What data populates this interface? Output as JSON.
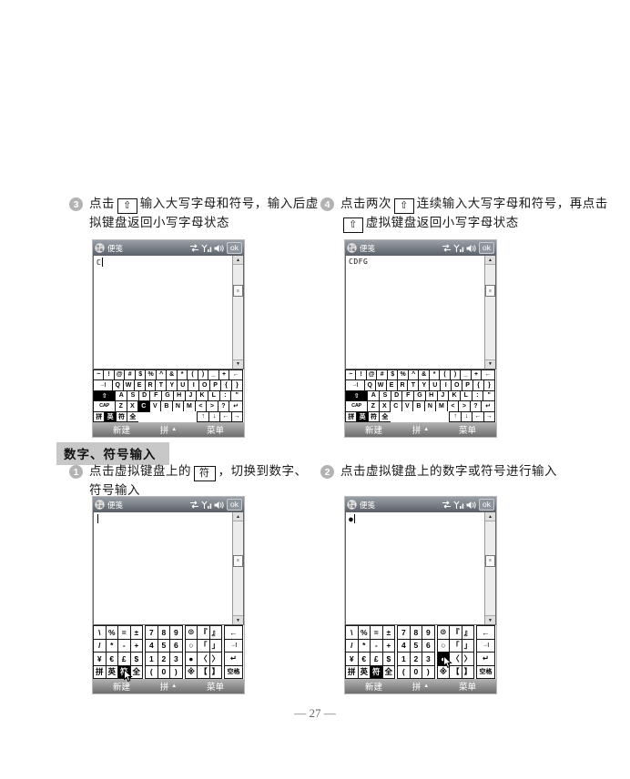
{
  "section": {
    "title": "数字、符号输入"
  },
  "footer": {
    "page_label": "— 27 —"
  },
  "colors": {
    "highlight_key_bg": "#000000",
    "titlebar_top": "#9aa0a6",
    "titlebar_bottom": "#5a6068",
    "menubar_top": "#b4b4b4",
    "menubar_bottom": "#6e6e6e",
    "section_header_bg": "#c8c8c8",
    "step_badge_bg": "#b3b3b3"
  },
  "steps": {
    "s3": {
      "num": "3",
      "segments": [
        {
          "t": "点击"
        },
        {
          "k": "⇧"
        },
        {
          "t": "输入大写字母和符号，输入后虚拟键盘返回小写字母状态"
        }
      ]
    },
    "s4": {
      "num": "4",
      "segments": [
        {
          "t": "点击两次"
        },
        {
          "k": "⇧"
        },
        {
          "t": "连续输入大写字母和符号，再点击"
        },
        {
          "k": "⇧"
        },
        {
          "t": "虚拟键盘返回小写字母状态"
        }
      ]
    },
    "s1": {
      "num": "1",
      "segments": [
        {
          "t": "点击虚拟键盘上的"
        },
        {
          "k": "符"
        },
        {
          "t": "，切换到数字、符号输入"
        }
      ]
    },
    "s2": {
      "num": "2",
      "segments": [
        {
          "t": "点击虚拟键盘上的数字或符号进行输入"
        }
      ]
    }
  },
  "device_common": {
    "titlebar": {
      "app_name": "便笺",
      "ok_label": "ok",
      "status_icons": [
        "connectivity-icon",
        "signal-icon",
        "volume-icon"
      ]
    },
    "menubar": {
      "left": "新建",
      "center": "拼",
      "center_arrow": "▲",
      "right": "菜单"
    },
    "scrollbar": {
      "up": "▲",
      "down": "▼",
      "grip": "≡"
    }
  },
  "devices": [
    {
      "name": "device-screenshot-caps-once",
      "keyboard": "qwerty",
      "content_text": "C",
      "show_caret": true,
      "highlighted": [
        "⇧",
        "C",
        "英"
      ],
      "pointer_key": null,
      "thumb_top": "26%"
    },
    {
      "name": "device-screenshot-caps-lock",
      "keyboard": "qwerty",
      "content_text": "CDFG",
      "show_caret": false,
      "highlighted": [
        "⇧",
        "英"
      ],
      "pointer_key": null,
      "thumb_top": "26%"
    },
    {
      "name": "device-screenshot-switch-symbols",
      "keyboard": "symbols",
      "content_text": "",
      "show_caret": true,
      "highlighted": [
        "符"
      ],
      "pointer_key": "符",
      "thumb_top": "38%"
    },
    {
      "name": "device-screenshot-symbol-typed",
      "keyboard": "symbols",
      "content_text": "●",
      "show_caret": true,
      "highlighted": [
        "符",
        "●"
      ],
      "pointer_key": "●",
      "thumb_top": "38%"
    }
  ],
  "keyboards": {
    "qwerty": {
      "rows": [
        [
          {
            "l": "~"
          },
          {
            "l": "!"
          },
          {
            "l": "@"
          },
          {
            "l": "#"
          },
          {
            "l": "$"
          },
          {
            "l": "%"
          },
          {
            "l": "^"
          },
          {
            "l": "&"
          },
          {
            "l": "*"
          },
          {
            "l": "("
          },
          {
            "l": ")"
          },
          {
            "l": "_"
          },
          {
            "l": "+"
          },
          {
            "l": "←",
            "n": "backspace",
            "w": 1.3
          }
        ],
        [
          {
            "l": "→|",
            "n": "tab",
            "w": 1.8
          },
          {
            "l": "Q"
          },
          {
            "l": "W"
          },
          {
            "l": "E"
          },
          {
            "l": "R"
          },
          {
            "l": "T"
          },
          {
            "l": "Y"
          },
          {
            "l": "U"
          },
          {
            "l": "I"
          },
          {
            "l": "O"
          },
          {
            "l": "P"
          },
          {
            "l": "{"
          },
          {
            "l": "}"
          }
        ],
        [
          {
            "l": "⇧",
            "n": "shift",
            "w": 2
          },
          {
            "l": "A"
          },
          {
            "l": "S"
          },
          {
            "l": "D"
          },
          {
            "l": "F"
          },
          {
            "l": "G"
          },
          {
            "l": "H"
          },
          {
            "l": "J"
          },
          {
            "l": "K"
          },
          {
            "l": "L"
          },
          {
            "l": ":"
          },
          {
            "l": "\""
          }
        ],
        [
          {
            "l": "CAP",
            "n": "cap",
            "w": 2
          },
          {
            "l": "Z"
          },
          {
            "l": "X"
          },
          {
            "l": "C"
          },
          {
            "l": "V"
          },
          {
            "l": "B"
          },
          {
            "l": "N"
          },
          {
            "l": "M"
          },
          {
            "l": "<"
          },
          {
            "l": ">"
          },
          {
            "l": "?"
          },
          {
            "l": "↵",
            "n": "enter",
            "w": 1.2
          }
        ],
        [
          {
            "l": "拼",
            "n": "pinyin"
          },
          {
            "l": "英",
            "n": "english"
          },
          {
            "l": "符",
            "n": "symbols"
          },
          {
            "l": "全",
            "n": "full-width"
          },
          {
            "l": "",
            "n": "space",
            "w": 5.6
          },
          {
            "l": "↑",
            "n": "arrow-up"
          },
          {
            "l": "↓",
            "n": "arrow-down"
          },
          {
            "l": "←",
            "n": "arrow-left"
          },
          {
            "l": "→",
            "n": "arrow-right"
          }
        ]
      ]
    },
    "symbols": {
      "rows": [
        [
          {
            "l": "\\"
          },
          {
            "l": "%"
          },
          {
            "l": "="
          },
          {
            "l": "±"
          },
          {
            "sep": true
          },
          {
            "l": "7"
          },
          {
            "l": "8"
          },
          {
            "l": "9"
          },
          {
            "sep": true
          },
          {
            "l": "⊙"
          },
          {
            "l": "『"
          },
          {
            "l": "』"
          },
          {
            "sep": true
          },
          {
            "l": "←",
            "n": "backspace",
            "w": 1.5
          }
        ],
        [
          {
            "l": "/"
          },
          {
            "l": "*"
          },
          {
            "l": "-"
          },
          {
            "l": "+"
          },
          {
            "sep": true
          },
          {
            "l": "4"
          },
          {
            "l": "5"
          },
          {
            "l": "6"
          },
          {
            "sep": true
          },
          {
            "l": "○"
          },
          {
            "l": "「"
          },
          {
            "l": "」"
          },
          {
            "sep": true
          },
          {
            "l": "→|",
            "n": "tab",
            "w": 1.5
          }
        ],
        [
          {
            "l": "¥"
          },
          {
            "l": "€"
          },
          {
            "l": "£"
          },
          {
            "l": "$"
          },
          {
            "sep": true
          },
          {
            "l": "1"
          },
          {
            "l": "2"
          },
          {
            "l": "3"
          },
          {
            "sep": true
          },
          {
            "l": "●"
          },
          {
            "l": "〈"
          },
          {
            "l": "〉"
          },
          {
            "sep": true
          },
          {
            "l": "↵",
            "n": "enter",
            "w": 1.5
          }
        ],
        [
          {
            "l": "拼",
            "n": "pinyin"
          },
          {
            "l": "英",
            "n": "english"
          },
          {
            "l": "符",
            "n": "symbols"
          },
          {
            "l": "全",
            "n": "full-width"
          },
          {
            "sep": true
          },
          {
            "l": "("
          },
          {
            "l": "0"
          },
          {
            "l": ")"
          },
          {
            "sep": true
          },
          {
            "l": "※"
          },
          {
            "l": "【"
          },
          {
            "l": "】"
          },
          {
            "sep": true
          },
          {
            "l": "空格",
            "n": "space",
            "w": 1.5
          }
        ]
      ]
    }
  }
}
